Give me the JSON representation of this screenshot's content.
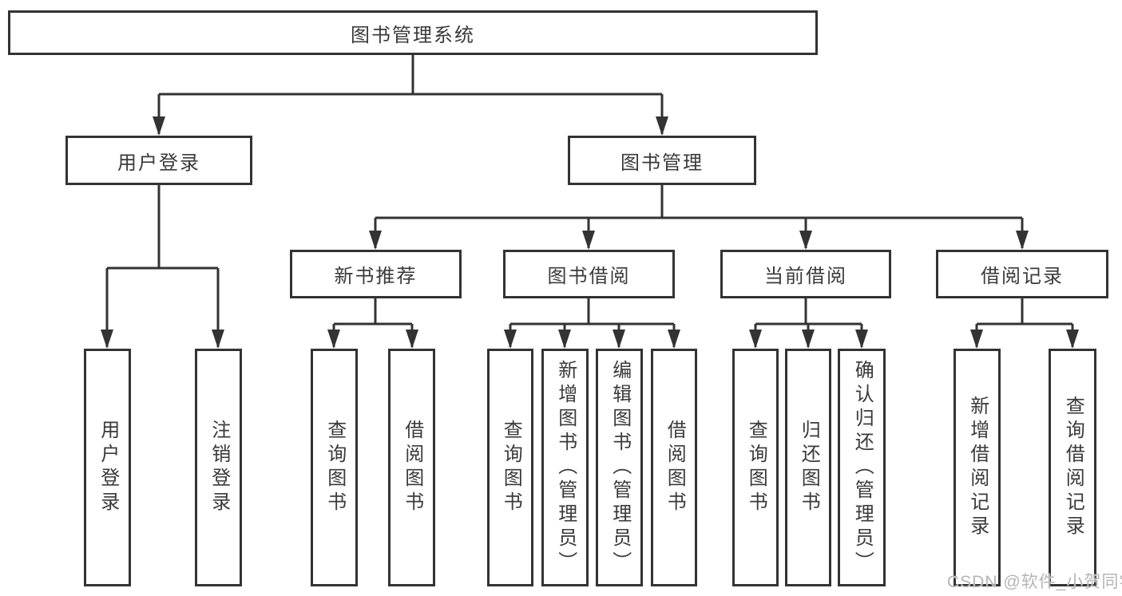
{
  "title": "图书管理系统",
  "level2": [
    {
      "label": "用户登录"
    },
    {
      "label": "图书管理"
    }
  ],
  "level3": [
    {
      "label": "新书推荐"
    },
    {
      "label": "图书借阅"
    },
    {
      "label": "当前借阅"
    },
    {
      "label": "借阅记录"
    }
  ],
  "leaves": [
    {
      "label": "用户登录"
    },
    {
      "label": "注销登录"
    },
    {
      "label": "查询图书"
    },
    {
      "label": "借阅图书"
    },
    {
      "label": "查询图书"
    },
    {
      "label": "新增图书（管理员）"
    },
    {
      "label": "编辑图书（管理员）"
    },
    {
      "label": "借阅图书"
    },
    {
      "label": "查询图书"
    },
    {
      "label": "归还图书"
    },
    {
      "label": "确认归还（管理员）"
    },
    {
      "label": "新增借阅记录"
    },
    {
      "label": "查询借阅记录"
    }
  ],
  "watermark": "CSDN @软件_小贺同学",
  "colors": {
    "line": "#333333",
    "text": "#3a3a3a",
    "watermark": "#b5b5b5",
    "background": "#ffffff"
  }
}
